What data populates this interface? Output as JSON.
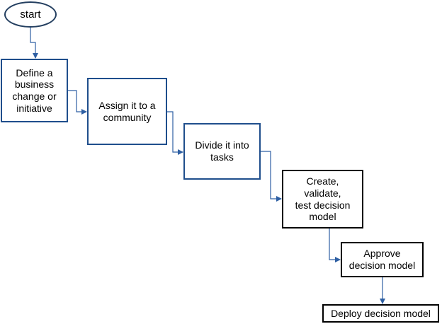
{
  "diagram": {
    "nodes": {
      "start": "start",
      "define": "Define a\nbusiness\nchange or\ninitiative",
      "assign": "Assign it  to a\ncommunity",
      "divide": "Divide it into\ntasks",
      "create": "Create,\nvalidate,\ntest decision\nmodel",
      "approve": "Approve\ndecision model",
      "deploy": "Deploy decision model"
    },
    "connector_color": "#2e5fa3"
  }
}
